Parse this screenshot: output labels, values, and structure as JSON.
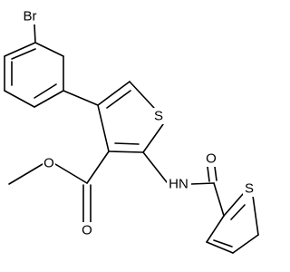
{
  "atoms": {
    "br": "Br",
    "s_main": "S",
    "s_thiophene": "S",
    "ester_carbonyl_o": "O",
    "ester_o": "O",
    "amide_o": "O",
    "amide_nh": "HN"
  },
  "colors": {
    "bond": "#000000",
    "background": "#ffffff",
    "text": "#000000"
  }
}
